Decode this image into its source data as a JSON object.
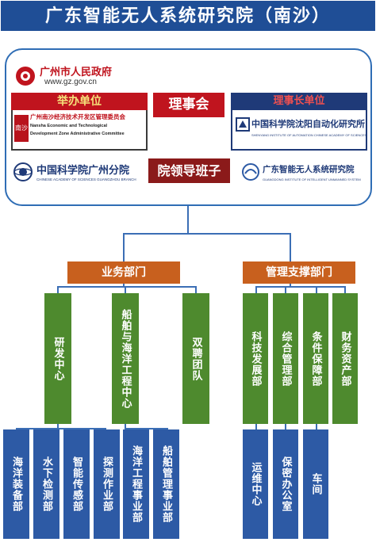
{
  "title": "广东智能无人系统研究院（南沙）",
  "gz_gov": {
    "name": "广州市人民政府",
    "url": "www.gz.gov.cn"
  },
  "sponsor": {
    "label": "举办单位",
    "seal": "南沙",
    "name_cn": "广州南沙经济技术开发区管理委员会",
    "name_en_1": "Nansha Economic and Technological",
    "name_en_2": "Development Zone Administrative Committee"
  },
  "council": "理事会",
  "chair_unit": {
    "label": "理事长单位",
    "name_cn": "中国科学院沈阳自动化研究所",
    "name_en": "SHENYANG INSTITUTE OF AUTOMATION CHINESE ACADEMY OF SCIENCES"
  },
  "cas_gz": {
    "name_cn": "中国科学院广州分院",
    "name_en": "CHINESE ACADEMY OF SCIENCES GUANGZHOU BRANCH"
  },
  "leadership": "院领导班子",
  "gdiu": {
    "name_cn": "广东智能无人系统研究院",
    "name_en": "GUANGDONG INSTITUTE OF INTELLIGENT UNMANNED SYSTEM"
  },
  "business": {
    "label": "业务部门",
    "rd": {
      "label": "研发中心",
      "subs": [
        "海洋装备部",
        "水下检测部",
        "智能传感部",
        "探测作业部"
      ]
    },
    "ship": {
      "label": "船舶与海洋工程中心",
      "subs": [
        "海洋工程事业部",
        "船舶管理事业部"
      ]
    },
    "dual": "双聘团队"
  },
  "support": {
    "label": "管理支撑部门",
    "depts": [
      {
        "label": "科技发展部",
        "subs": [
          "运维中心"
        ]
      },
      {
        "label": "综合管理部",
        "subs": [
          "保密办公室"
        ]
      },
      {
        "label": "条件保障部",
        "subs": [
          "车间"
        ]
      },
      {
        "label": "财务资产部",
        "subs": []
      }
    ]
  },
  "colors": {
    "title_bg": "#1f4e96",
    "red": "#c0141e",
    "navy": "#1f3a78",
    "orange": "#c8601e",
    "green": "#4e8a2e",
    "blue": "#2d5aa5"
  }
}
